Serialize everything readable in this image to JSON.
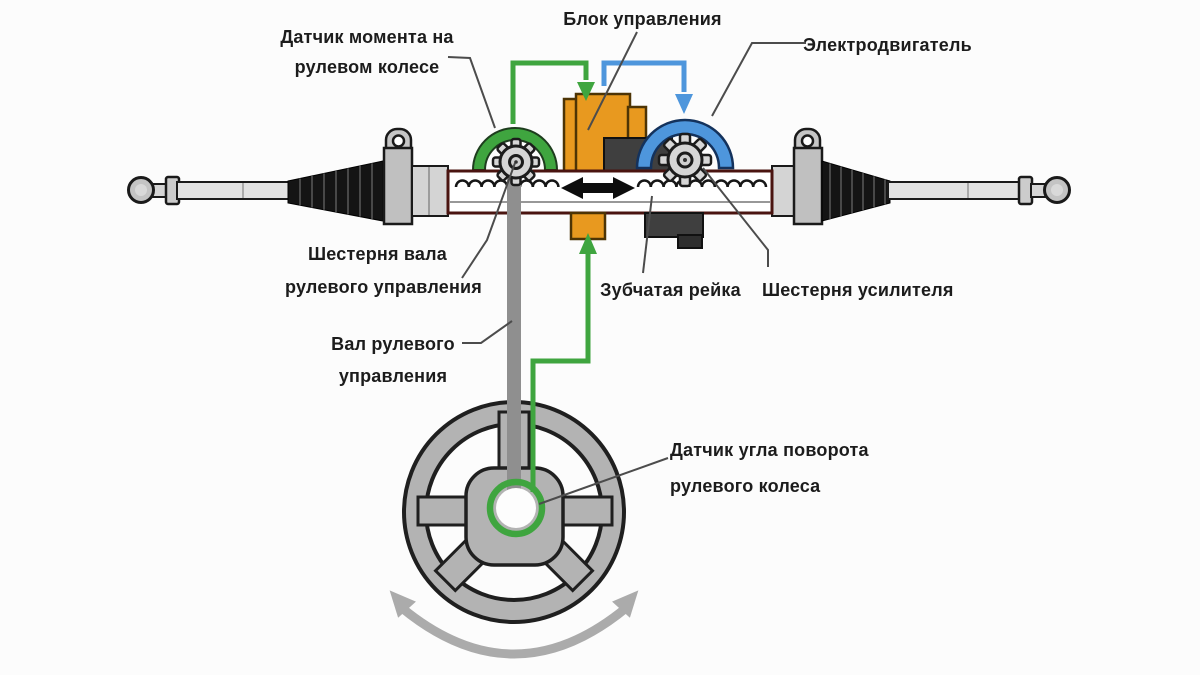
{
  "diagram": {
    "labels": {
      "torque_sensor_line1": "Датчик момента на",
      "torque_sensor_line2": "рулевом колесе",
      "control_unit": "Блок управления",
      "electric_motor": "Электродвигатель",
      "shaft_gear_line1": "Шестерня вала",
      "shaft_gear_line2": "рулевого управления",
      "rack": "Зубчатая рейка",
      "booster_gear": "Шестерня усилителя",
      "steering_shaft_line1": "Вал рулевого",
      "steering_shaft_line2": "управления",
      "angle_sensor_line1": "Датчик угла поворота",
      "angle_sensor_line2": "рулевого колеса"
    },
    "colors": {
      "green": "#3FA53F",
      "blue": "#4E96DC",
      "orange": "#E8991F",
      "maroon": "#4A1410",
      "dark": "#3F3F3F",
      "wheel_gray": "#B3B3B3",
      "arrow_gray": "#ABABAB"
    }
  }
}
